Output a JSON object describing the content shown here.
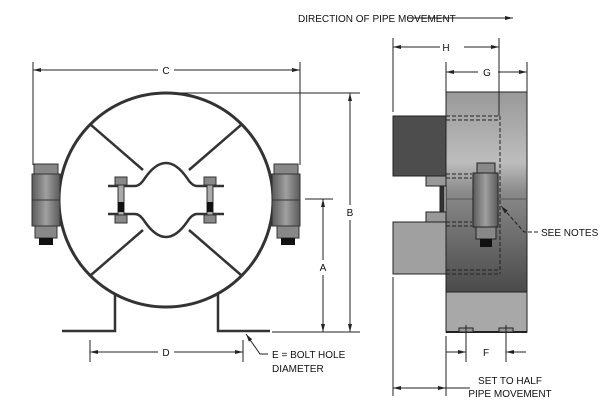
{
  "labels": {
    "direction": "DIRECTION OF PIPE MOVEMENT",
    "a": "A",
    "b": "B",
    "c": "C",
    "d": "D",
    "e_line1": "E = BOLT HOLE",
    "e_line2": "DIAMETER",
    "f": "F",
    "g": "G",
    "h": "H",
    "see_notes": "SEE NOTES",
    "set_half_line1": "SET TO HALF",
    "set_half_line2": "PIPE MOVEMENT"
  }
}
